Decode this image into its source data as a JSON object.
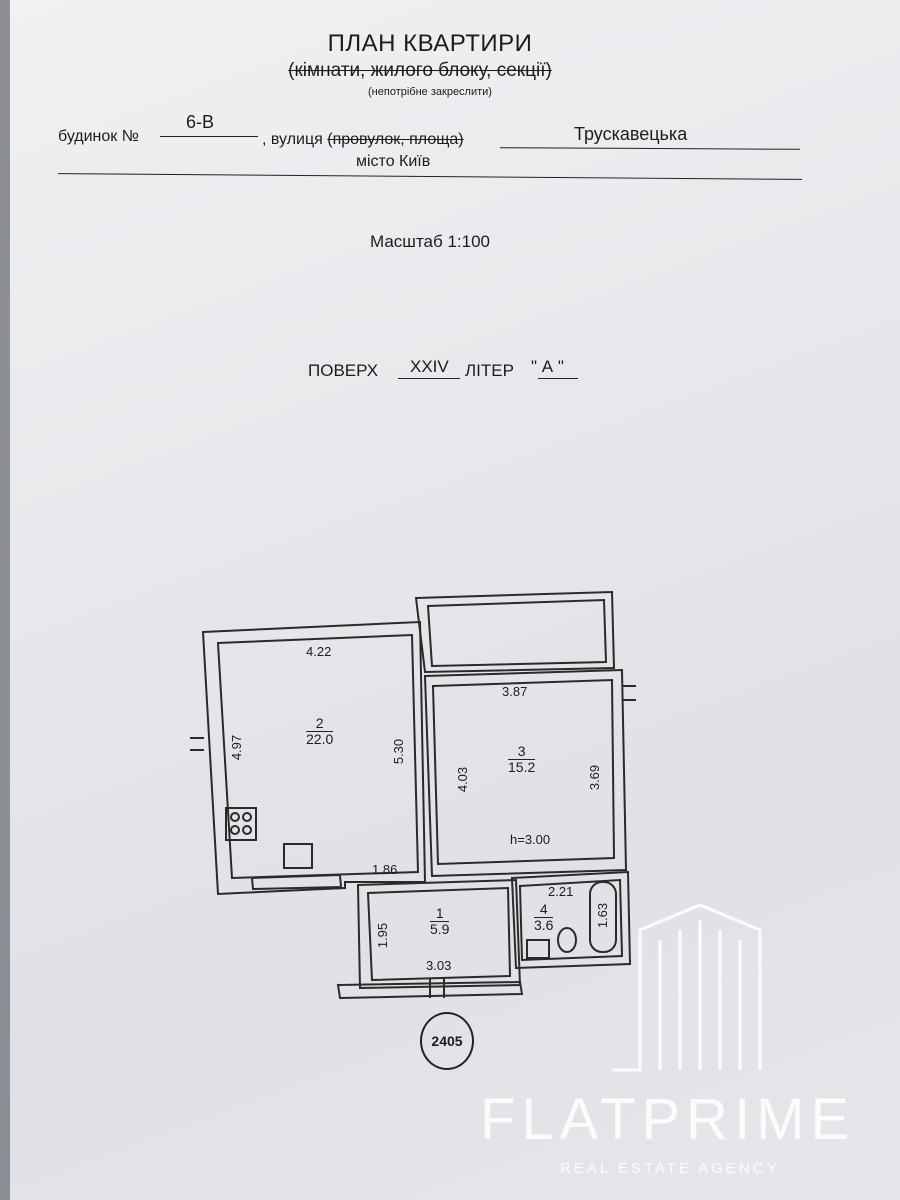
{
  "header": {
    "title": "ПЛАН КВАРТИРИ",
    "subtitle": "(кімнати, жилого блоку, секції)",
    "subtitle_note": "(непотрібне закреслити)"
  },
  "address": {
    "house_label": "будинок №",
    "house_number": "6-В",
    "street_label_prefix": ", вулиця",
    "street_label_struck": "(провулок, площа)",
    "street_name": "Трускавецька",
    "city": "місто Київ"
  },
  "scale": "Масштаб 1:100",
  "floor": {
    "floor_label": "ПОВЕРХ",
    "floor_value": "XXIV",
    "letter_label": "ЛІТЕР",
    "letter_value": "\" А \""
  },
  "plan": {
    "rooms": [
      {
        "number": "2",
        "area": "22.0"
      },
      {
        "number": "3",
        "area": "15.2"
      },
      {
        "number": "1",
        "area": "5.9"
      },
      {
        "number": "4",
        "area": "3.6"
      }
    ],
    "dimensions": {
      "d_422": "4.22",
      "d_497": "4.97",
      "d_530": "5.30",
      "d_387": "3.87",
      "d_403": "4.03",
      "d_369": "3.69",
      "d_186": "1.86",
      "d_195": "1.95",
      "d_303": "3.03",
      "d_221": "2.21",
      "d_163": "1.63"
    },
    "ceiling_height": "h=3.00",
    "apartment_number": "2405"
  },
  "watermark": {
    "name": "FLATPRIME",
    "tagline": "REAL ESTATE AGENCY"
  }
}
